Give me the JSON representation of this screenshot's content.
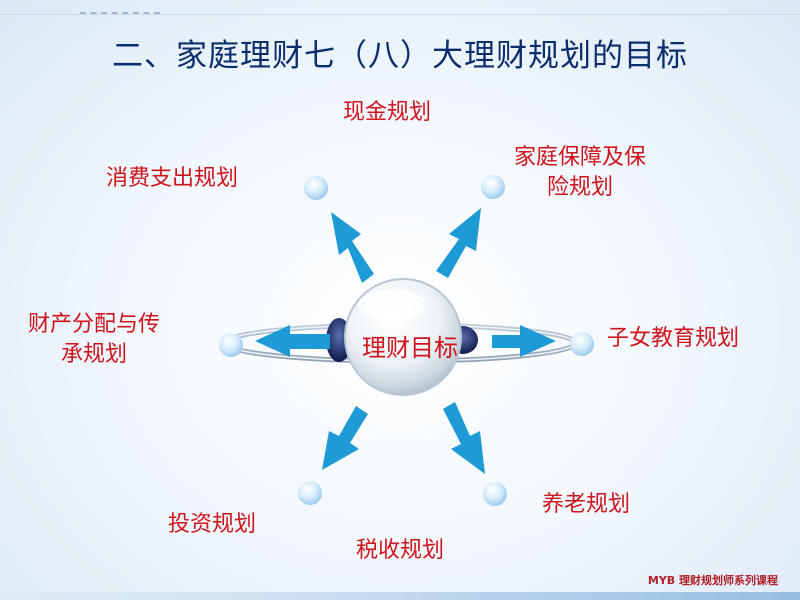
{
  "slide": {
    "title": "二、家庭理财七（八）大理财规划的目标",
    "center": "理财目标",
    "footer": "MYB 理财规划师系列课程"
  },
  "goals": [
    {
      "id": "cash",
      "text": "现金规划"
    },
    {
      "id": "insurance",
      "line1": "家庭保障及保",
      "line2": "险规划"
    },
    {
      "id": "education",
      "text": "子女教育规划"
    },
    {
      "id": "retirement",
      "text": "养老规划"
    },
    {
      "id": "tax",
      "text": "税收规划"
    },
    {
      "id": "investment",
      "text": "投资规划"
    },
    {
      "id": "estate",
      "line1": "财产分配与传",
      "line2": "承规划"
    },
    {
      "id": "consumption",
      "text": "消费支出规划"
    }
  ],
  "colors": {
    "title": "#0b2f6e",
    "label": "#d0141c",
    "arrow": "#1e9bd7"
  }
}
